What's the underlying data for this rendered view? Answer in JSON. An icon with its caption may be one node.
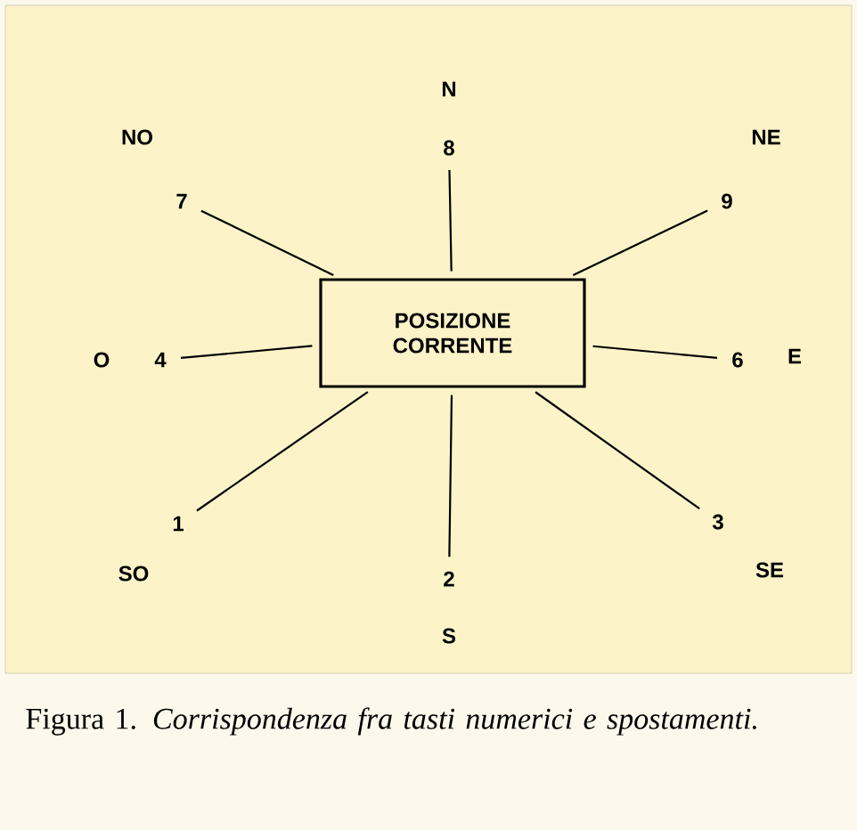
{
  "diagram": {
    "caption": "Figura 1. *Corrispondenza fra tasti numerici e spostamenti.*",
    "nodes": [
      {
        "text": [
          "POSIZIONE CORRENTE"
        ]
      },
      {
        "text": [
          "8"
        ]
      },
      {
        "text": [
          "7"
        ]
      },
      {
        "text": [
          "9"
        ]
      },
      {
        "text": [
          "4"
        ]
      },
      {
        "text": [
          "6"
        ]
      },
      {
        "text": [
          "1"
        ]
      },
      {
        "text": [
          "3"
        ]
      },
      {
        "text": [
          "2"
        ]
      }
    ],
    "edges": [
      {
        "from": 0,
        "to": 1,
        "arrow": "none"
      },
      {
        "from": 0,
        "to": 2,
        "arrow": "none"
      },
      {
        "from": 0,
        "to": 3,
        "arrow": "none"
      },
      {
        "from": 0,
        "to": 4,
        "arrow": "none"
      },
      {
        "from": 0,
        "to": 5,
        "arrow": "none"
      },
      {
        "from": 0,
        "to": 6,
        "arrow": "none"
      },
      {
        "from": 0,
        "to": 7,
        "arrow": "none"
      },
      {
        "from": 0,
        "to": 8,
        "arrow": "none"
      }
    ],
    "labels": [
      "N",
      "NO",
      "NE",
      "O",
      "E",
      "SO",
      "SE",
      "S"
    ]
  }
}
